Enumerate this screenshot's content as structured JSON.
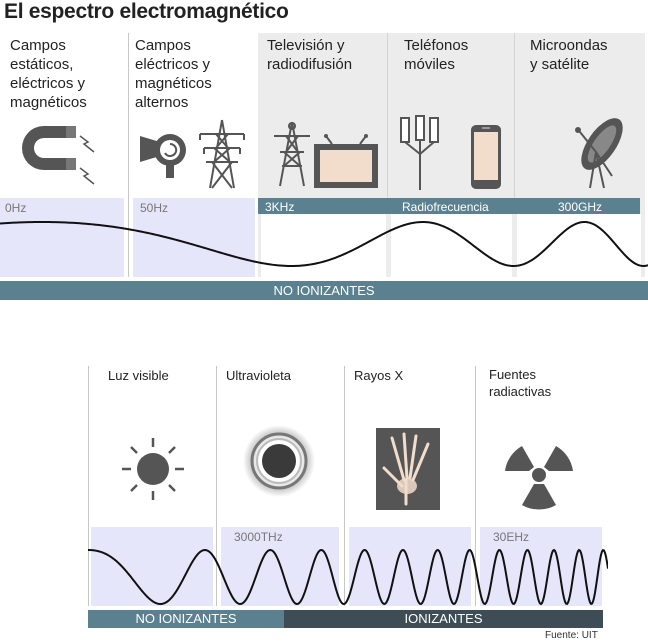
{
  "title": "El espectro electromagnético",
  "top": {
    "sections": [
      {
        "lines": [
          "Campos",
          "estáticos,",
          "eléctricos y",
          "magnéticos"
        ],
        "icon": "magnet-icon"
      },
      {
        "lines": [
          "Campos",
          "eléctricos y",
          "magnéticos",
          "alternos"
        ],
        "icons": [
          "hair-dryer-icon",
          "power-tower-icon"
        ]
      },
      {
        "lines": [
          "Televisión y",
          "radiodifusión"
        ],
        "icons": [
          "tv-tower-icon",
          "tv-icon"
        ]
      },
      {
        "lines": [
          "Teléfonos",
          "móviles"
        ],
        "icons": [
          "cell-antenna-icon",
          "mobile-phone-icon"
        ]
      },
      {
        "lines": [
          "Microondas",
          "y satélite"
        ],
        "icon": "satellite-dish-icon"
      }
    ],
    "freqs": [
      "0Hz",
      "50Hz",
      "3KHz",
      "Radiofrecuencia",
      "300GHz"
    ],
    "bar_label": "NO IONIZANTES"
  },
  "bottom": {
    "sections": [
      {
        "lines": [
          "Luz visible"
        ],
        "icon": "sun-icon"
      },
      {
        "lines": [
          "Ultravioleta"
        ],
        "icon": "uv-rings-icon"
      },
      {
        "lines": [
          "Rayos X"
        ],
        "icon": "xray-hand-icon"
      },
      {
        "lines": [
          "Fuentes",
          "radiactivas"
        ],
        "icon": "radiation-icon"
      }
    ],
    "freqs": [
      "3000THz",
      "30EHz"
    ],
    "bar_left": "NO IONIZANTES",
    "bar_right": "IONIZANTES"
  },
  "source": "Fuente: UIT",
  "colors": {
    "bar": "#5b8190",
    "bar_dark": "#3e4d55",
    "lavender": "#e6e6fa",
    "panel_gray": "#ececec",
    "icon": "#555555"
  }
}
